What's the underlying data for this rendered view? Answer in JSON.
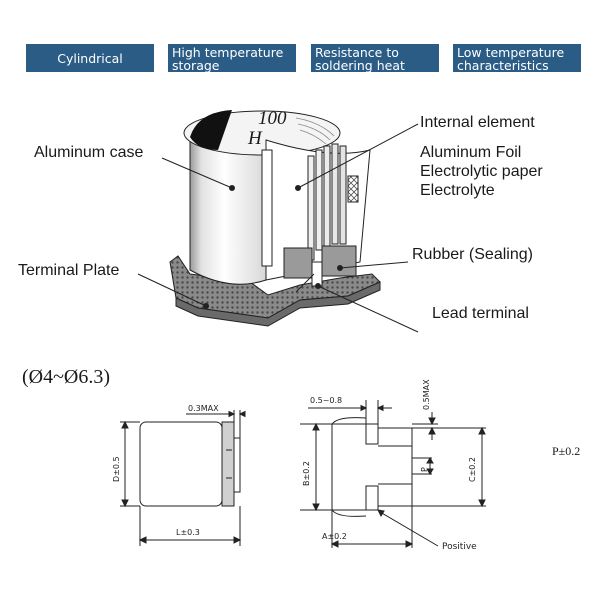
{
  "features": [
    {
      "lines": [
        "Cylindrical"
      ]
    },
    {
      "lines": [
        "High temperature",
        "storage"
      ]
    },
    {
      "lines": [
        "Resistance to",
        "soldering heat"
      ]
    },
    {
      "lines": [
        "Low temperature",
        "characteristics"
      ]
    }
  ],
  "capacitor": {
    "top_marking_value": "100",
    "top_marking_letter": "H"
  },
  "callouts": {
    "aluminum_case": "Aluminum case",
    "terminal_plate": "Terminal Plate",
    "internal_element": "Internal element",
    "internal_parts": [
      "Aluminum Foil",
      "Electrolytic paper",
      "Electrolyte"
    ],
    "rubber_sealing": "Rubber (Sealing)",
    "lead_terminal": "Lead terminal"
  },
  "dimensions": {
    "size_range": "(Ø4~Ø6.3)",
    "side_view": {
      "max_protrusion": "0.3MAX",
      "diameter": "D±0.5",
      "length": "L±0.3"
    },
    "bottom_view": {
      "terminal_gap": "0.5~0.8",
      "max_height": "0.5MAX",
      "b": "B±0.2",
      "c": "C±0.2",
      "p_label": "P",
      "a": "A±0.2",
      "positive": "Positive",
      "pitch": "P±0.2"
    }
  },
  "colors": {
    "badge_bg": "#2b5c86",
    "badge_text": "#ffffff"
  }
}
